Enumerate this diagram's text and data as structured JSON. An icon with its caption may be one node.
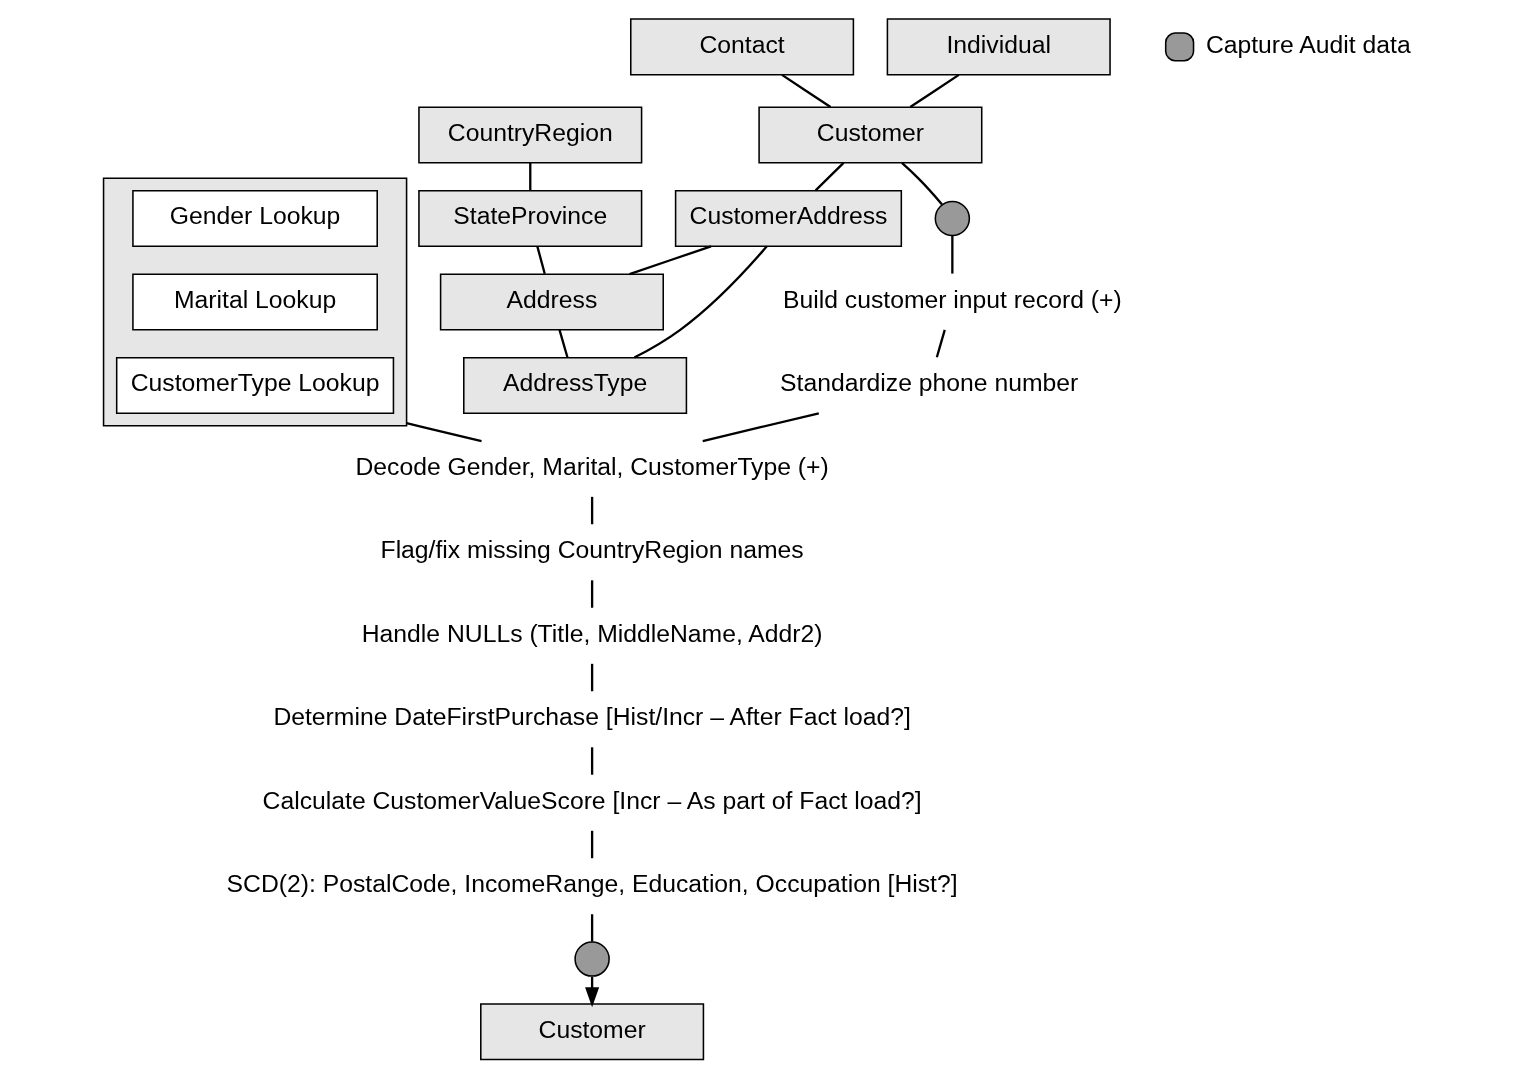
{
  "diagram": {
    "nodes": [
      {
        "text": [],
        "shape": "box"
      },
      {
        "text": [
          "Gender Lookup"
        ],
        "in": 0
      },
      {
        "text": [
          "Marital Lookup"
        ],
        "in": 0
      },
      {
        "text": [
          "CustomerType Lookup"
        ],
        "in": 0
      },
      {
        "text": [
          "Contact"
        ]
      },
      {
        "text": [
          "Individual"
        ]
      },
      {
        "text": [
          "Customer"
        ]
      },
      {
        "text": [
          "CustomerAddress"
        ]
      },
      {
        "text": [
          "CountryRegion"
        ]
      },
      {
        "text": [
          "StateProvince"
        ]
      },
      {
        "text": [
          "Address"
        ]
      },
      {
        "text": [
          "AddressType"
        ]
      },
      {
        "text": [],
        "shape": "circle"
      },
      {
        "text": [
          "Build customer input record (+)"
        ]
      },
      {
        "text": [
          "Standardize phone number"
        ]
      },
      {
        "text": [
          "Decode Gender, Marital, CustomerType (+)"
        ]
      },
      {
        "text": [
          "Flag/fix missing CountryRegion names"
        ]
      },
      {
        "text": [
          "Handle NULLs (Title, MiddleName, Addr2)"
        ]
      },
      {
        "text": [
          "Determine DateFirstPurchase [Hist/Incr – After Fact load?]"
        ]
      },
      {
        "text": [
          "Calculate CustomerValueScore [Incr – As part of Fact load?]"
        ]
      },
      {
        "text": [
          "SCD(2): PostalCode, IncomeRange, Education, Occupation [Hist?]"
        ]
      },
      {
        "text": [],
        "shape": "circle"
      },
      {
        "text": [
          "Customer"
        ]
      }
    ],
    "edges": [
      {
        "from": 4,
        "to": 6,
        "arrow": "none"
      },
      {
        "from": 5,
        "to": 6,
        "arrow": "none"
      },
      {
        "from": 6,
        "to": 7,
        "arrow": "none"
      },
      {
        "from": 7,
        "to": 10,
        "arrow": "none"
      },
      {
        "from": 7,
        "to": 11,
        "arrow": "none"
      },
      {
        "from": 8,
        "to": 9,
        "arrow": "none"
      },
      {
        "from": 9,
        "to": 10,
        "arrow": "none"
      },
      {
        "from": 10,
        "to": 11,
        "arrow": "none"
      },
      {
        "from": 6,
        "to": 12,
        "arrow": "none"
      },
      {
        "from": 12,
        "to": 13,
        "arrow": "none"
      },
      {
        "from": 13,
        "to": 14,
        "arrow": "none"
      },
      {
        "from": 14,
        "to": 15,
        "arrow": "none"
      },
      {
        "from": 15,
        "to": 16,
        "arrow": "none"
      },
      {
        "from": 16,
        "to": 17,
        "arrow": "none"
      },
      {
        "from": 17,
        "to": 18,
        "arrow": "none"
      },
      {
        "from": 18,
        "to": 19,
        "arrow": "none"
      },
      {
        "from": 19,
        "to": 20,
        "arrow": "none"
      },
      {
        "from": 20,
        "to": 21,
        "arrow": "none"
      },
      {
        "from": 21,
        "to": 22,
        "arrow": "to"
      },
      {
        "from": 0,
        "to": 15,
        "arrow": "none"
      }
    ],
    "legend": [
      {
        "text": "Capture Audit data"
      }
    ]
  }
}
